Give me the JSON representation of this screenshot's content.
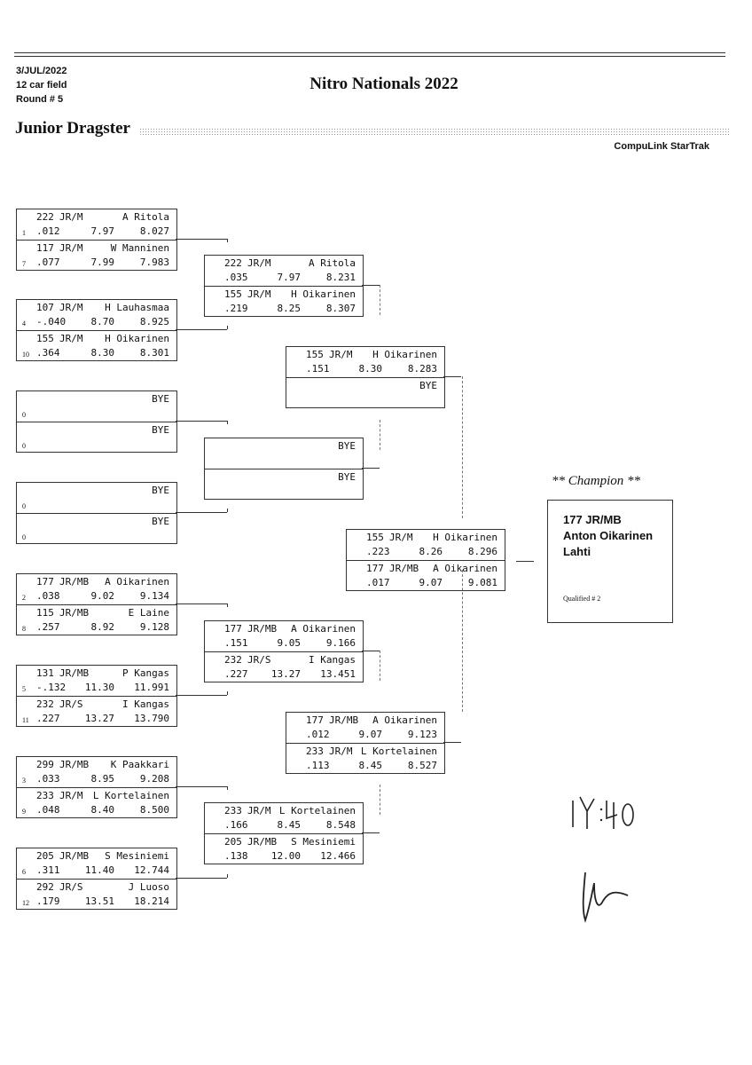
{
  "header": {
    "date": "3/JUL/2022",
    "field": "12 car field",
    "round": "Round # 5",
    "title": "Nitro Nationals 2022",
    "category": "Junior Dragster",
    "brand": "CompuLink StarTrak"
  },
  "round1": [
    {
      "seed_a": "1",
      "num_a": "222",
      "class_a": "JR/M",
      "name_a": "A Ritola",
      "rt_a": ".012",
      "dial_a": "7.97",
      "et_a": "8.027",
      "seed_b": "7",
      "num_b": "117",
      "class_b": "JR/M",
      "name_b": "W Manninen",
      "rt_b": ".077",
      "dial_b": "7.99",
      "et_b": "7.983"
    },
    {
      "seed_a": "4",
      "num_a": "107",
      "class_a": "JR/M",
      "name_a": "H Lauhasmaa",
      "rt_a": "-.040",
      "dial_a": "8.70",
      "et_a": "8.925",
      "seed_b": "10",
      "num_b": "155",
      "class_b": "JR/M",
      "name_b": "H Oikarinen",
      "rt_b": ".364",
      "dial_b": "8.30",
      "et_b": "8.301"
    },
    {
      "seed_a": "0",
      "num_a": "",
      "class_a": "",
      "name_a": "BYE",
      "rt_a": "",
      "dial_a": "",
      "et_a": "",
      "seed_b": "0",
      "num_b": "",
      "class_b": "",
      "name_b": "BYE",
      "rt_b": "",
      "dial_b": "",
      "et_b": ""
    },
    {
      "seed_a": "0",
      "num_a": "",
      "class_a": "",
      "name_a": "BYE",
      "rt_a": "",
      "dial_a": "",
      "et_a": "",
      "seed_b": "0",
      "num_b": "",
      "class_b": "",
      "name_b": "BYE",
      "rt_b": "",
      "dial_b": "",
      "et_b": ""
    },
    {
      "seed_a": "2",
      "num_a": "177",
      "class_a": "JR/MB",
      "name_a": "A Oikarinen",
      "rt_a": ".038",
      "dial_a": "9.02",
      "et_a": "9.134",
      "seed_b": "8",
      "num_b": "115",
      "class_b": "JR/MB",
      "name_b": "E Laine",
      "rt_b": ".257",
      "dial_b": "8.92",
      "et_b": "9.128"
    },
    {
      "seed_a": "5",
      "num_a": "131",
      "class_a": "JR/MB",
      "name_a": "P Kangas",
      "rt_a": "-.132",
      "dial_a": "11.30",
      "et_a": "11.991",
      "seed_b": "11",
      "num_b": "232",
      "class_b": "JR/S",
      "name_b": "I Kangas",
      "rt_b": ".227",
      "dial_b": "13.27",
      "et_b": "13.790"
    },
    {
      "seed_a": "3",
      "num_a": "299",
      "class_a": "JR/MB",
      "name_a": "K Paakkari",
      "rt_a": ".033",
      "dial_a": "8.95",
      "et_a": "9.208",
      "seed_b": "9",
      "num_b": "233",
      "class_b": "JR/M",
      "name_b": "L Kortelainen",
      "rt_b": ".048",
      "dial_b": "8.40",
      "et_b": "8.500"
    },
    {
      "seed_a": "6",
      "num_a": "205",
      "class_a": "JR/MB",
      "name_a": "S Mesiniemi",
      "rt_a": ".311",
      "dial_a": "11.40",
      "et_a": "12.744",
      "seed_b": "12",
      "num_b": "292",
      "class_b": "JR/S",
      "name_b": "J Luoso",
      "rt_b": ".179",
      "dial_b": "13.51",
      "et_b": "18.214"
    }
  ],
  "round2": [
    {
      "num_a": "222",
      "class_a": "JR/M",
      "name_a": "A Ritola",
      "rt_a": ".035",
      "dial_a": "7.97",
      "et_a": "8.231",
      "num_b": "155",
      "class_b": "JR/M",
      "name_b": "H Oikarinen",
      "rt_b": ".219",
      "dial_b": "8.25",
      "et_b": "8.307"
    },
    {
      "num_a": "",
      "class_a": "",
      "name_a": "BYE",
      "rt_a": "",
      "dial_a": "",
      "et_a": "",
      "num_b": "",
      "class_b": "",
      "name_b": "BYE",
      "rt_b": "",
      "dial_b": "",
      "et_b": ""
    },
    {
      "num_a": "177",
      "class_a": "JR/MB",
      "name_a": "A Oikarinen",
      "rt_a": ".151",
      "dial_a": "9.05",
      "et_a": "9.166",
      "num_b": "232",
      "class_b": "JR/S",
      "name_b": "I Kangas",
      "rt_b": ".227",
      "dial_b": "13.27",
      "et_b": "13.451"
    },
    {
      "num_a": "233",
      "class_a": "JR/M",
      "name_a": "L Kortelainen",
      "rt_a": ".166",
      "dial_a": "8.45",
      "et_a": "8.548",
      "num_b": "205",
      "class_b": "JR/MB",
      "name_b": "S Mesiniemi",
      "rt_b": ".138",
      "dial_b": "12.00",
      "et_b": "12.466"
    }
  ],
  "round3": [
    {
      "num_a": "155",
      "class_a": "JR/M",
      "name_a": "H Oikarinen",
      "rt_a": ".151",
      "dial_a": "8.30",
      "et_a": "8.283",
      "num_b": "",
      "class_b": "",
      "name_b": "BYE",
      "rt_b": "",
      "dial_b": "",
      "et_b": ""
    },
    {
      "num_a": "177",
      "class_a": "JR/MB",
      "name_a": "A Oikarinen",
      "rt_a": ".012",
      "dial_a": "9.07",
      "et_a": "9.123",
      "num_b": "233",
      "class_b": "JR/M",
      "name_b": "L Kortelainen",
      "rt_b": ".113",
      "dial_b": "8.45",
      "et_b": "8.527"
    }
  ],
  "final": [
    {
      "num_a": "155",
      "class_a": "JR/M",
      "name_a": "H Oikarinen",
      "rt_a": ".223",
      "dial_a": "8.26",
      "et_a": "8.296",
      "num_b": "177",
      "class_b": "JR/MB",
      "name_b": "A Oikarinen",
      "rt_b": ".017",
      "dial_b": "9.07",
      "et_b": "9.081"
    }
  ],
  "champion": {
    "label": "** Champion **",
    "car": "177 JR/MB",
    "driver": "Anton Oikarinen",
    "city": "Lahti",
    "qualified": "Qualified # 2"
  },
  "handwritten": {
    "time": "14:40"
  }
}
